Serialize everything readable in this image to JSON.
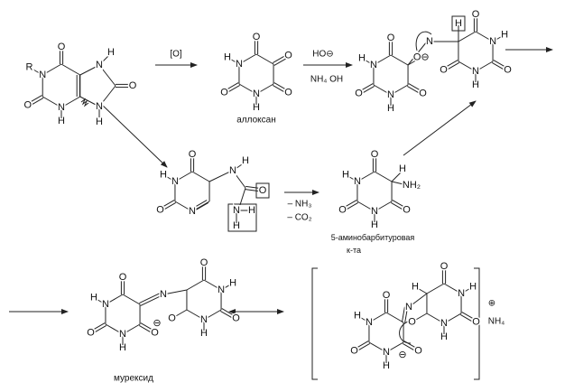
{
  "atoms": {
    "N": "N",
    "H": "H",
    "O": "O",
    "R": "R",
    "NH2": "NH₂",
    "Ominus": "O⊖",
    "HOminus": "HO⊖",
    "NH4": "NH₄",
    "charge_minus": "⊖",
    "charge_plus": "⊕"
  },
  "labels": {
    "oxidation_reagent": "[O]",
    "base_reagent_1": "HO⊖",
    "base_reagent_2": "NH₄ OH",
    "alloxan_name": "аллоксан",
    "elimination_1": "– NH₃",
    "elimination_2": "– CO₂",
    "aminobarbituric_name_1": "5-аминобарбитуровая",
    "aminobarbituric_name_2": "к-та",
    "murexide_name": "мурексид",
    "ammonium": "NH₄",
    "plus_charge": "⊕"
  }
}
